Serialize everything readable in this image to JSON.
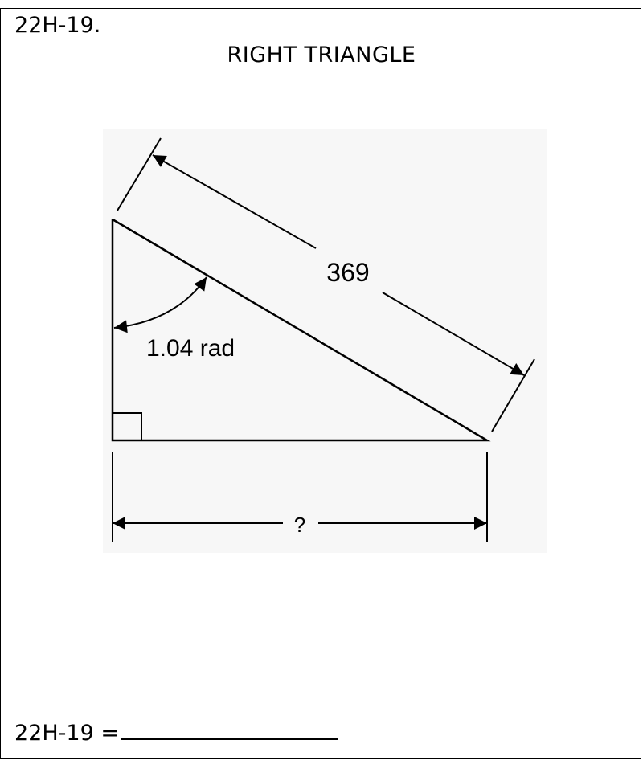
{
  "problem": {
    "number": "22H-19.",
    "title": "RIGHT TRIANGLE"
  },
  "diagram": {
    "hypotenuse_label": "369",
    "angle_label": "1.04 rad",
    "unknown_label": "?"
  },
  "answer": {
    "label": "22H-19 ="
  }
}
